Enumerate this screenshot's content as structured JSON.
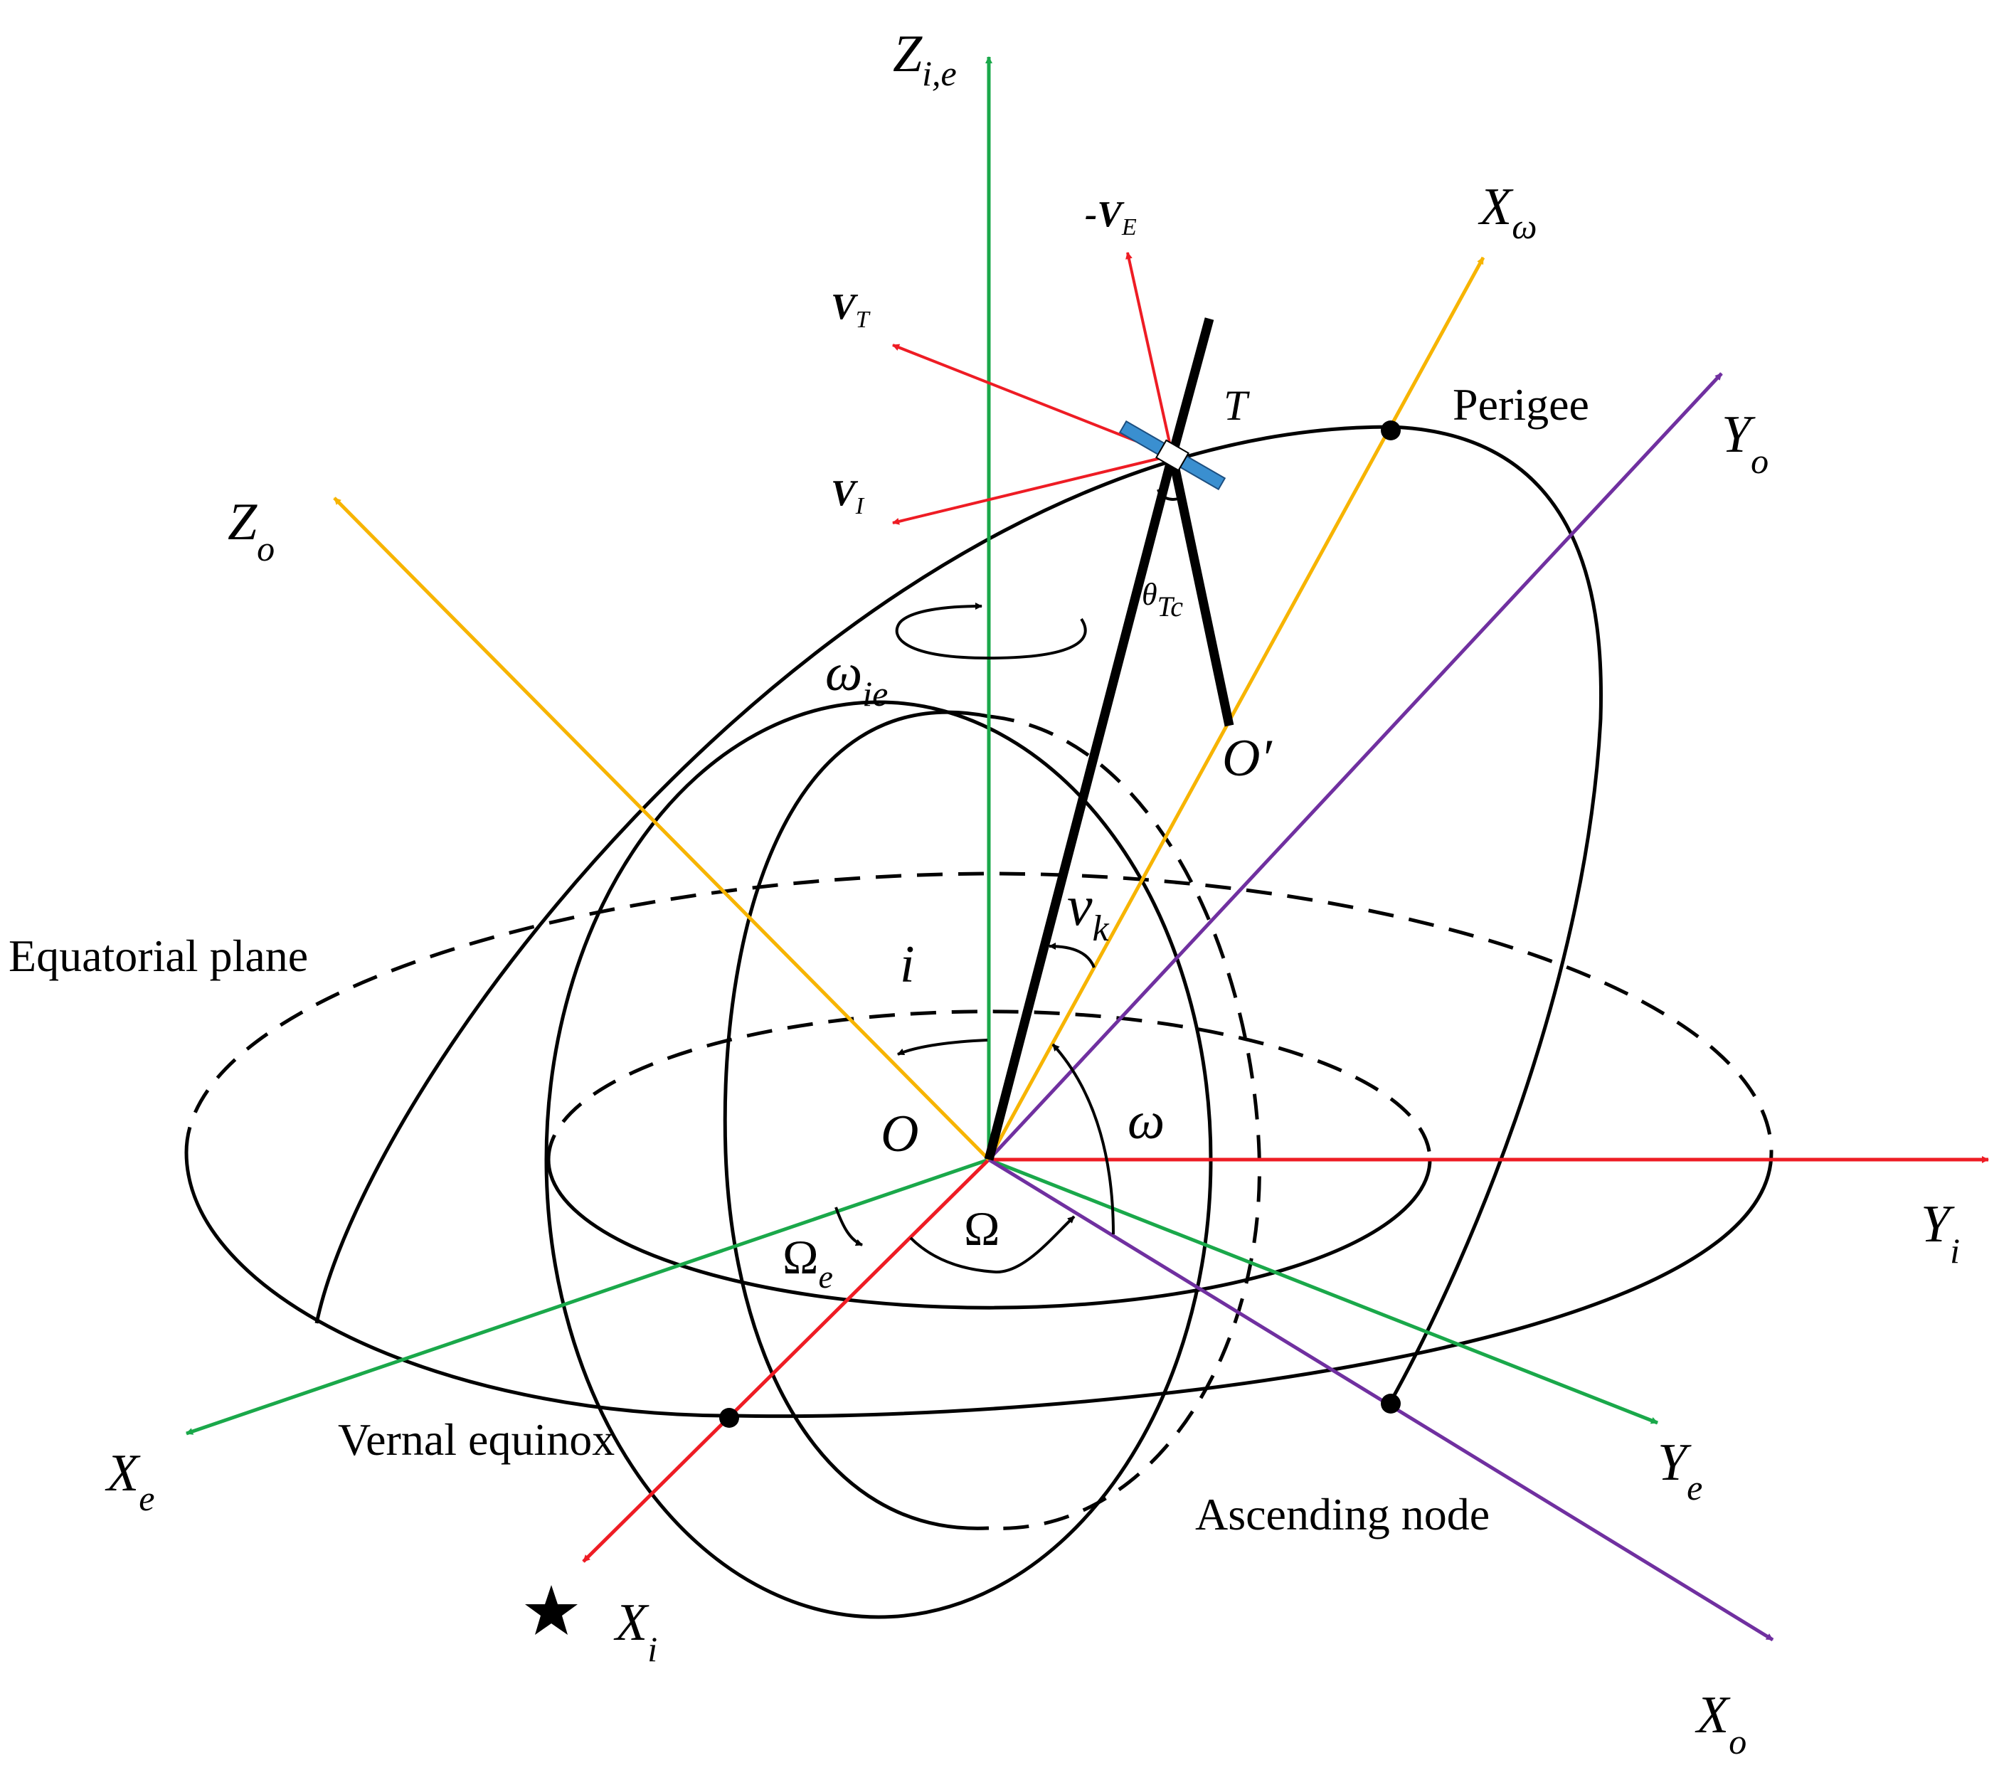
{
  "colors": {
    "green": "#1aa84a",
    "red": "#ee1c24",
    "orange": "#f7b400",
    "purple": "#7030a0",
    "black": "#000000",
    "panel_blue": "#3a8fd0"
  },
  "axes": {
    "z_ie": {
      "main": "Z",
      "sub": "i,e"
    },
    "x_e": {
      "main": "X",
      "sub": "e"
    },
    "y_e": {
      "main": "Y",
      "sub": "e"
    },
    "x_i": {
      "main": "X",
      "sub": "i"
    },
    "y_i": {
      "main": "Y",
      "sub": "i"
    },
    "x_o": {
      "main": "X",
      "sub": "o"
    },
    "y_o": {
      "main": "Y",
      "sub": "o"
    },
    "z_o": {
      "main": "Z",
      "sub": "o"
    },
    "x_omega": {
      "main": "X",
      "sub": "ω"
    }
  },
  "vectors": {
    "minus_v_e": {
      "main": "-V",
      "sub": "E"
    },
    "v_t": {
      "main": "V",
      "sub": "T"
    },
    "v_i": {
      "main": "V",
      "sub": "I"
    }
  },
  "symbols": {
    "target": "T",
    "origin": "O",
    "o_prime": "O′",
    "inclination": "i",
    "arg_perigee": "ω",
    "raan": "Ω",
    "omega_e": {
      "main": "Ω",
      "sub": "e"
    },
    "omega_ie": {
      "main": "ω",
      "sub": "ie"
    },
    "true_anomaly": {
      "main": "v",
      "sub": "k"
    },
    "theta": {
      "main": "θ",
      "sub": "Tc"
    }
  },
  "text_labels": {
    "perigee": "Perigee",
    "equatorial_plane": "Equatorial plane",
    "vernal_equinox": "Vernal equinox",
    "ascending_node": "Ascending node"
  },
  "icons": {
    "satellite": "satellite-icon",
    "star": "star-icon"
  }
}
